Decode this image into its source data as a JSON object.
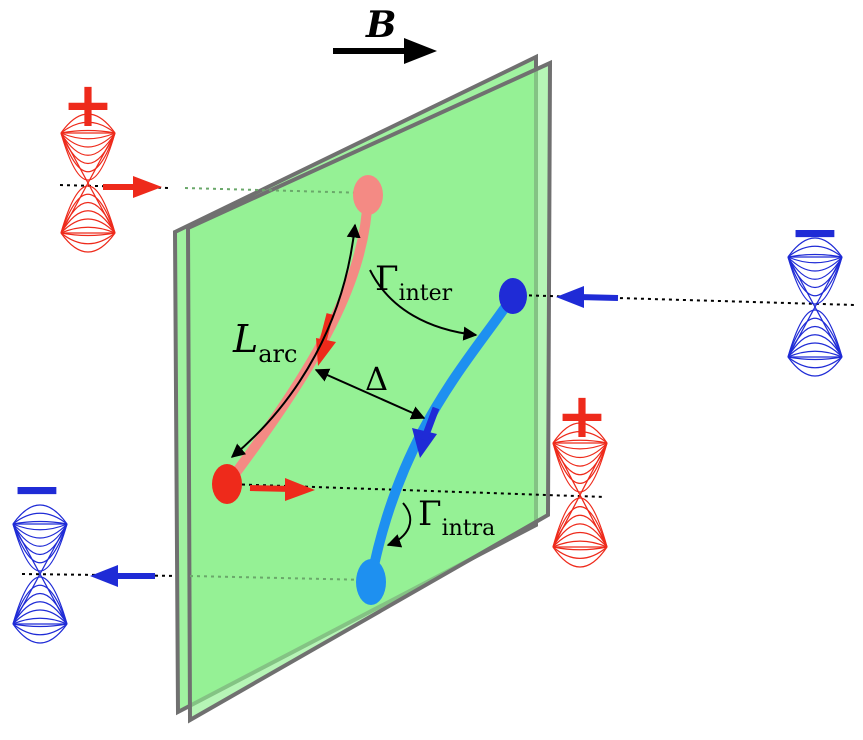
{
  "labels": {
    "field": "B",
    "arc_main": "L",
    "arc_sub": "arc",
    "delta": "Δ",
    "gamma_inter_main": "Γ",
    "gamma_inter_sub": "inter",
    "gamma_intra_main": "Γ",
    "gamma_intra_sub": "intra"
  },
  "signs": {
    "top_left": "+",
    "right_upper": "−",
    "right_lower": "+",
    "bottom_left": "−"
  },
  "colors": {
    "plane_fill": "#8ff08f",
    "plane_edge": "#707070",
    "red": "#ee2a1b",
    "red_light": "#f48a84",
    "blue": "#1f2bd6",
    "blue_light": "#1e90f0",
    "black": "#000000"
  }
}
